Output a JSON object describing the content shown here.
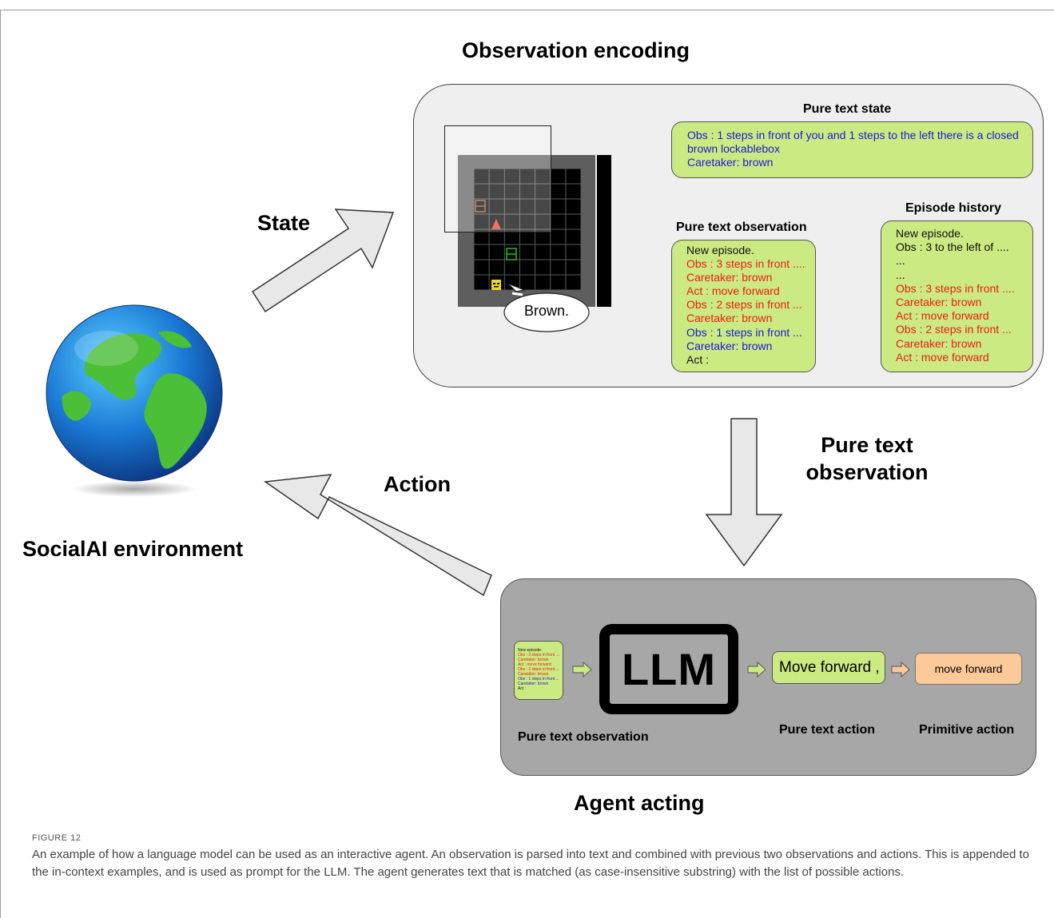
{
  "title_obs_encoding": "Observation encoding",
  "label_state": "State",
  "label_action": "Action",
  "label_environment": "SocialAI environment",
  "label_pure_text_observation_arrow": [
    "Pure text",
    "observation"
  ],
  "title_agent_acting": "Agent acting",
  "pure_text_state": {
    "title": "Pure text state",
    "lines": [
      "Obs : 1 steps in front of you and 1 steps to the left there is a closed",
      "brown lockablebox",
      "Caretaker: brown"
    ]
  },
  "pure_text_observation": {
    "title": "Pure text observation",
    "lines": [
      {
        "text": "New episode.",
        "color": "#111111"
      },
      {
        "text": "Obs : 3 steps in front ....",
        "color": "#ee1c10"
      },
      {
        "text": "Caretaker: brown",
        "color": "#ee1c10"
      },
      {
        "text": "Act : move forward",
        "color": "#ee1c10"
      },
      {
        "text": "Obs : 2 steps in front ...",
        "color": "#ee1c10"
      },
      {
        "text": "Caretaker: brown",
        "color": "#ee1c10"
      },
      {
        "text": "Obs : 1 steps in front ...",
        "color": "#1a1ad6"
      },
      {
        "text": "Caretaker: brown",
        "color": "#1a1ad6"
      },
      {
        "text": "Act :",
        "color": "#111111"
      }
    ]
  },
  "episode_history": {
    "title": "Episode history",
    "lines": [
      {
        "text": "New episode.",
        "color": "#111111"
      },
      {
        "text": "Obs : 3 to the left of ....",
        "color": "#111111"
      },
      {
        "text": "...",
        "color": "#111111"
      },
      {
        "text": "...",
        "color": "#111111"
      },
      {
        "text": "Obs : 3 steps in front ....",
        "color": "#ee1c10"
      },
      {
        "text": "Caretaker: brown",
        "color": "#ee1c10"
      },
      {
        "text": "Act : move forward",
        "color": "#ee1c10"
      },
      {
        "text": "Obs : 2 steps in front ...",
        "color": "#ee1c10"
      },
      {
        "text": "Caretaker: brown",
        "color": "#ee1c10"
      },
      {
        "text": "Act : move forward",
        "color": "#ee1c10"
      }
    ]
  },
  "speech_bubble": "Brown.",
  "agent": {
    "llm_label": "LLM",
    "mini_observation_lines": [
      {
        "text": "New episode.",
        "color": "#111111"
      },
      {
        "text": "Obs : 3 steps in front ....",
        "color": "#ee1c10"
      },
      {
        "text": "Caretaker: brown",
        "color": "#ee1c10"
      },
      {
        "text": "Act : move forward",
        "color": "#ee1c10"
      },
      {
        "text": "Obs : 2 steps in front ...",
        "color": "#ee1c10"
      },
      {
        "text": "Caretaker: brown",
        "color": "#ee1c10"
      },
      {
        "text": "Obs : 1 steps in front ...",
        "color": "#1a1ad6"
      },
      {
        "text": "Caretaker: brown",
        "color": "#1a1ad6"
      },
      {
        "text": "Act :",
        "color": "#111111"
      }
    ],
    "pure_text_action_value": "Move forward ,",
    "primitive_action_value": "move forward",
    "label_pure_text_observation": "Pure text observation",
    "label_pure_text_action": "Pure text action",
    "label_primitive_action": "Primitive action"
  },
  "figure_tag": "FIGURE 12",
  "caption": "An example of how a language model can be used as an interactive agent. An observation is parsed into text and combined with previous two observations and actions. This is appended to the in-context examples, and is used as prompt for the LLM. The agent generates text that is matched (as case-insensitive substring) with the list of possible actions.",
  "colors": {
    "green_box": "#cbea82",
    "primitive_box": "#fbc99a",
    "panel_light": "#efefef",
    "panel_dark": "#a7a7a7",
    "text_red": "#ee1c10",
    "text_blue": "#1a1ad6"
  }
}
